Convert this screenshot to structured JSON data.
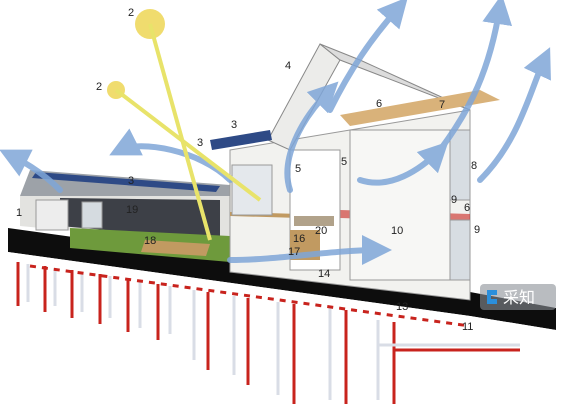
{
  "diagram": {
    "callouts": [
      {
        "id": "c1",
        "text": "1"
      },
      {
        "id": "c2a",
        "text": "2"
      },
      {
        "id": "c2b",
        "text": "2"
      },
      {
        "id": "c3a",
        "text": "3"
      },
      {
        "id": "c3b",
        "text": "3"
      },
      {
        "id": "c3c",
        "text": "3"
      },
      {
        "id": "c4",
        "text": "4"
      },
      {
        "id": "c5a",
        "text": "5"
      },
      {
        "id": "c5b",
        "text": "5"
      },
      {
        "id": "c6a",
        "text": "6"
      },
      {
        "id": "c6b",
        "text": "6"
      },
      {
        "id": "c7",
        "text": "7"
      },
      {
        "id": "c8",
        "text": "8"
      },
      {
        "id": "c9a",
        "text": "9"
      },
      {
        "id": "c9b",
        "text": "9"
      },
      {
        "id": "c10",
        "text": "10"
      },
      {
        "id": "c11",
        "text": "11"
      },
      {
        "id": "c13",
        "text": "13"
      },
      {
        "id": "c14",
        "text": "14"
      },
      {
        "id": "c16",
        "text": "16"
      },
      {
        "id": "c17",
        "text": "17"
      },
      {
        "id": "c18",
        "text": "18"
      },
      {
        "id": "c19",
        "text": "19"
      },
      {
        "id": "c20",
        "text": "20"
      }
    ],
    "watermark": "采知",
    "colors": {
      "ground": "#0d0d0d",
      "pipe_supply": "#c8231d",
      "pipe_return": "#d9dde6",
      "air_flow": "#7fa6d8",
      "sun": "#f0dc6e",
      "sun_ray": "#e8e36a",
      "grass": "#6e9a3c",
      "solar_panel": "#2e4a86",
      "wall": "#f2f2ef",
      "wood": "#d9b27a"
    }
  }
}
